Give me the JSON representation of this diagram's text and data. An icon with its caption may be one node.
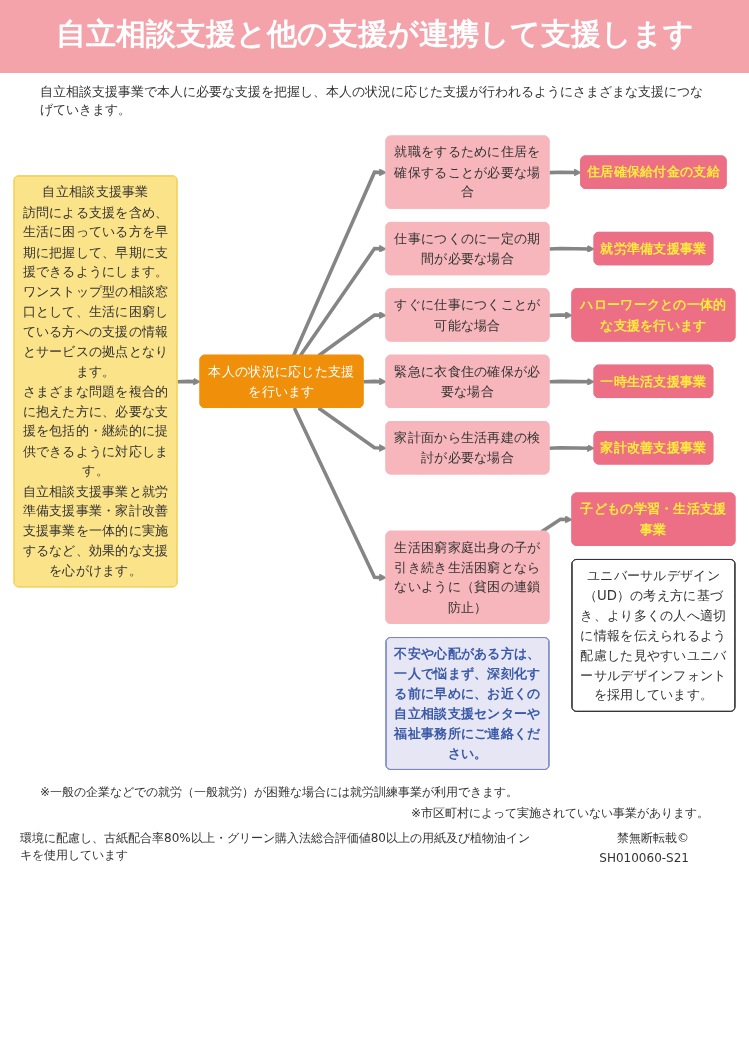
{
  "diagram": {
    "title": "自立相談支援と他の支援が連携して支援します",
    "nodes": [
      {
        "text": [
          "自立相談支援事業",
          "訪問による支援を含め、生活に困っている方を早期に把握して、早期に支援できるようにします。",
          "ワンストップ型の相談窓口として、生活に困窮している方への支援の情報とサービスの拠点となります。",
          "さまざまな問題を複合的に抱えた方に、必要な支援を包括的・継続的に提供できるように対応します。",
          "自立相談支援事業と就労準備支援事業・家計改善支援事業を一体的に実施するなど、効果的な支援を心がけます。"
        ]
      },
      {
        "text": [
          "本人の状況に応じた支援を行います"
        ]
      },
      {
        "text": [
          "就職をするために住居を確保することが必要な場合"
        ]
      },
      {
        "text": [
          "仕事につくのに一定の期間が必要な場合"
        ]
      },
      {
        "text": [
          "すぐに仕事につくことが可能な場合"
        ]
      },
      {
        "text": [
          "緊急に衣食住の確保が必要な場合"
        ]
      },
      {
        "text": [
          "家計面から生活再建の検討が必要な場合"
        ]
      },
      {
        "text": [
          "生活困窮家庭出身の子が引き続き生活困窮とならないように（貧困の連鎖防止）"
        ]
      },
      {
        "text": [
          "住居確保給付金の支給"
        ]
      },
      {
        "text": [
          "就労準備支援事業"
        ]
      },
      {
        "text": [
          "ハローワークとの一体的な支援を行います"
        ]
      },
      {
        "text": [
          "一時生活支援事業"
        ]
      },
      {
        "text": [
          "家計改善支援事業"
        ]
      },
      {
        "text": [
          "子どもの学習・生活支援事業"
        ]
      },
      {
        "text": [
          "不安や心配がある方は、一人で悩まず、深刻化する前に早めに、お近くの自立相談支援センターや福祉事務所にご連絡ください。"
        ]
      },
      {
        "text": [
          "ユニバーサルデザイン（UD）の考え方に基づき、より多くの人へ適切に情報を伝えられるよう配慮した見やすいユニバーサルデザインフォントを採用しています。"
        ]
      }
    ],
    "edges": [
      {
        "from": 0,
        "to": 1,
        "arrow": "to"
      },
      {
        "from": 1,
        "to": 2,
        "arrow": "to"
      },
      {
        "from": 1,
        "to": 3,
        "arrow": "to"
      },
      {
        "from": 1,
        "to": 4,
        "arrow": "to"
      },
      {
        "from": 1,
        "to": 5,
        "arrow": "to"
      },
      {
        "from": 1,
        "to": 6,
        "arrow": "to"
      },
      {
        "from": 1,
        "to": 7,
        "arrow": "to"
      },
      {
        "from": 2,
        "to": 8,
        "arrow": "to"
      },
      {
        "from": 3,
        "to": 9,
        "arrow": "to"
      },
      {
        "from": 4,
        "to": 10,
        "arrow": "to"
      },
      {
        "from": 5,
        "to": 11,
        "arrow": "to"
      },
      {
        "from": 6,
        "to": 12,
        "arrow": "to"
      },
      {
        "from": 7,
        "to": 13,
        "arrow": "to"
      }
    ],
    "labels": [
      "自立相談支援事業で本人に必要な支援を把握し、本人の状況に応じた支援が行われるようにさまざまな支援につなげていきます。",
      "※一般の企業などでの就労（一般就労）が困難な場合には就労訓練事業が利用できます。",
      "※市区町村によって実施されていない事業があります。",
      "環境に配慮し、古紙配合率80%以上・グリーン購入法総合評価値80以上の用紙及び植物油インキを使用しています",
      "禁無断転載©",
      "SH010060-S21"
    ]
  }
}
